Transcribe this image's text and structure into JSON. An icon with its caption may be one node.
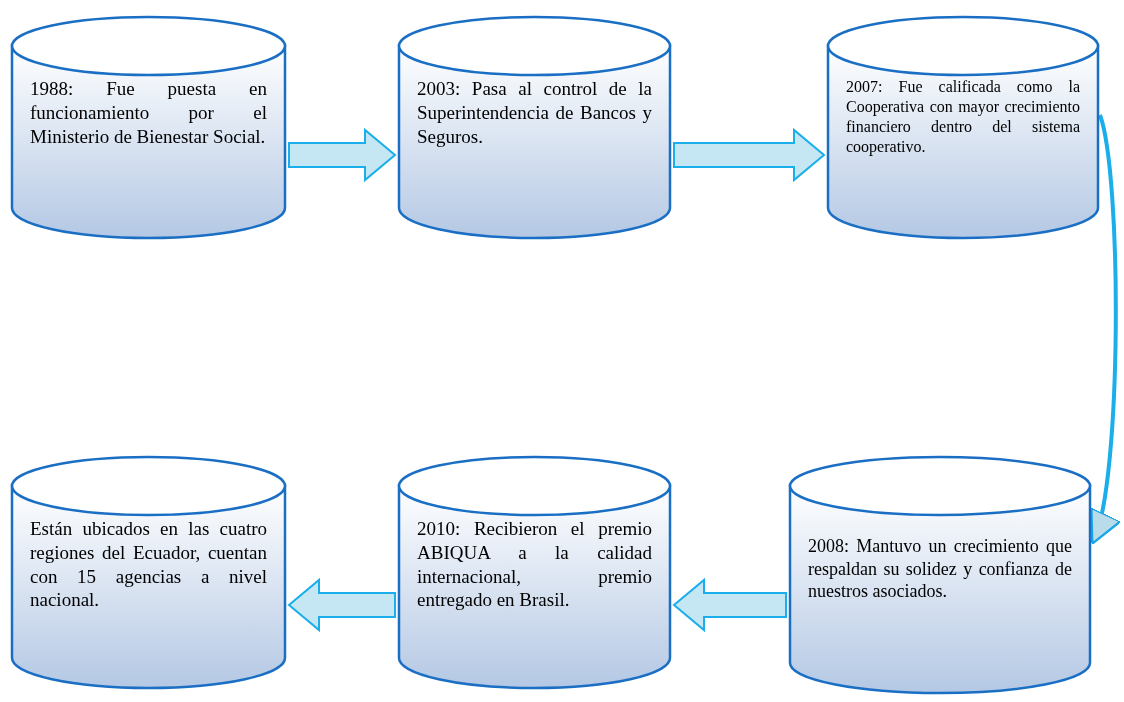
{
  "diagram": {
    "nodes": [
      {
        "text": [
          "1988: Fue puesta en funcionamiento por el Ministerio de Bienestar Social."
        ]
      },
      {
        "text": [
          "2003: Pasa al control de la Superintendencia de Bancos y Seguros."
        ]
      },
      {
        "text": [
          "2007: Fue calificada como la Cooperativa con mayor crecimiento financiero dentro del sistema cooperativo."
        ]
      },
      {
        "text": [
          "2008: Mantuvo un crecimiento que respaldan su solidez y confianza de nuestros asociados."
        ]
      },
      {
        "text": [
          "2010: Recibieron el premio ABIQUA a la calidad internacional, premio entregado en Brasil."
        ]
      },
      {
        "text": [
          "Están ubicados en las cuatro regiones del Ecuador, cuentan con 15 agencias a nivel nacional."
        ]
      }
    ],
    "edges": [
      {
        "from": 0,
        "to": 1,
        "arrow": "to"
      },
      {
        "from": 1,
        "to": 2,
        "arrow": "to"
      },
      {
        "from": 2,
        "to": 3,
        "arrow": "to"
      },
      {
        "from": 3,
        "to": 4,
        "arrow": "to"
      },
      {
        "from": 4,
        "to": 5,
        "arrow": "to"
      }
    ]
  }
}
